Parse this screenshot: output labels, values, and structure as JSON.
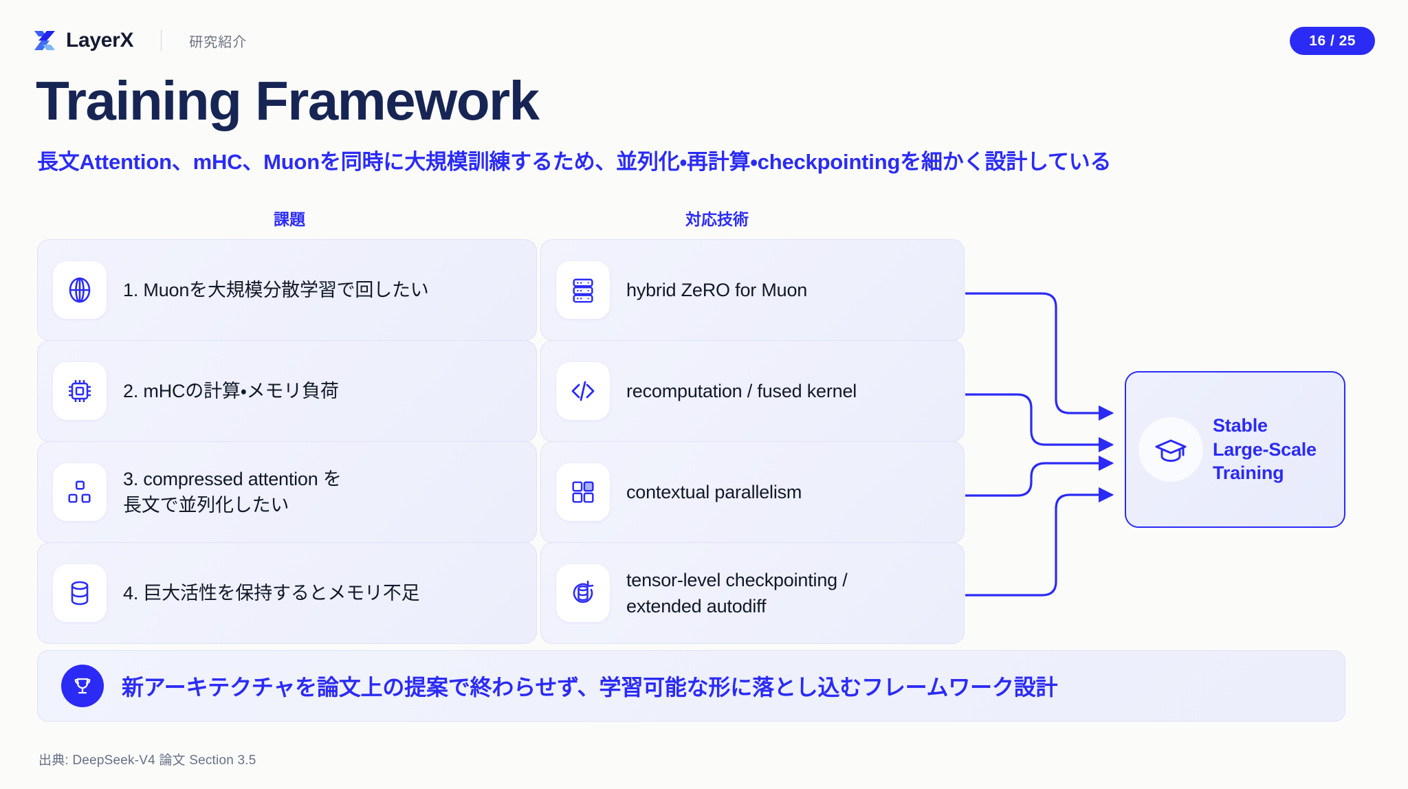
{
  "header": {
    "brand_name": "LayerX",
    "brand_sub": "研究紹介",
    "logo_icon": "layerx-pinwheel-logo",
    "page_badge": "16 / 25"
  },
  "title": "Training Framework",
  "subtitle": "長文Attention、mHC、Muonを同時に大規模訓練するため、並列化・再計算・checkpointingを細かく設計している",
  "columns": {
    "left_header": "課題",
    "right_header": "対応技術"
  },
  "rows": [
    {
      "challenge": {
        "icon": "globe-icon",
        "text": "1. Muonを大規模分散学習で回したい"
      },
      "technique": {
        "icon": "server-rack-icon",
        "text": "hybrid ZeRO for Muon"
      }
    },
    {
      "challenge": {
        "icon": "cpu-chip-icon",
        "text": "2. mHCの計算・メモリ負荷"
      },
      "technique": {
        "icon": "code-brackets-icon",
        "text": "recomputation / fused kernel"
      }
    },
    {
      "challenge": {
        "icon": "sitemap-icon",
        "text": "3. compressed attention を\n   長文で並列化したい"
      },
      "technique": {
        "icon": "grid-four-icon",
        "text": "contextual parallelism"
      }
    },
    {
      "challenge": {
        "icon": "database-icon",
        "text": "4. 巨大活性を保持するとメモリ不足"
      },
      "technique": {
        "icon": "database-refresh-icon",
        "text": "tensor-level checkpointing /\nextended autodiff"
      }
    }
  ],
  "result": {
    "icon": "graduation-cap-icon",
    "text": "Stable\nLarge-Scale\nTraining"
  },
  "banner": {
    "icon": "trophy-icon",
    "text": "新アーキテクチャを論文上の提案で終わらせず、学習可能な形に落とし込むフレームワーク設計"
  },
  "footer": "出典: DeepSeek-V4 論文 Section 3.5",
  "colors": {
    "accent": "#2b2bf5",
    "title": "#172554",
    "background": "#fbfbfa",
    "card_bg": "#f0f2fc",
    "card_border": "#dfe2f8",
    "muted_text": "#667085"
  }
}
